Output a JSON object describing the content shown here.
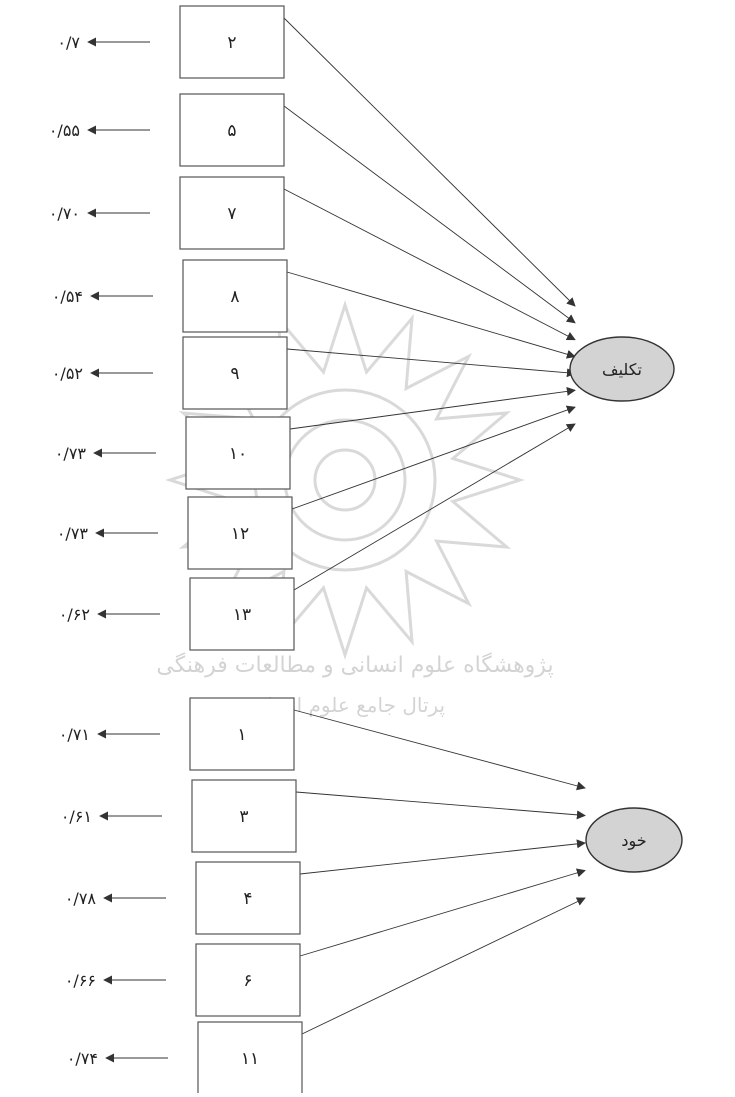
{
  "factors": [
    {
      "id": "taklif",
      "label": "تکلیف"
    },
    {
      "id": "khod",
      "label": "خود"
    }
  ],
  "indicators": [
    {
      "item": "۲",
      "error": "۰/۷",
      "factor": "taklif"
    },
    {
      "item": "۵",
      "error": "۰/۵۵",
      "factor": "taklif"
    },
    {
      "item": "۷",
      "error": "۰/۷۰",
      "factor": "taklif"
    },
    {
      "item": "۸",
      "error": "۰/۵۴",
      "factor": "taklif"
    },
    {
      "item": "۹",
      "error": "۰/۵۲",
      "factor": "taklif"
    },
    {
      "item": "۱۰",
      "error": "۰/۷۳",
      "factor": "taklif"
    },
    {
      "item": "۱۲",
      "error": "۰/۷۳",
      "factor": "taklif"
    },
    {
      "item": "۱۳",
      "error": "۰/۶۲",
      "factor": "taklif"
    },
    {
      "item": "۱",
      "error": "۰/۷۱",
      "factor": "khod"
    },
    {
      "item": "۳",
      "error": "۰/۶۱",
      "factor": "khod"
    },
    {
      "item": "۴",
      "error": "۰/۷۸",
      "factor": "khod"
    },
    {
      "item": "۶",
      "error": "۰/۶۶",
      "factor": "khod"
    },
    {
      "item": "۱۱",
      "error": "۰/۷۴",
      "factor": "khod"
    }
  ],
  "watermark": {
    "line1": "پژوهشگاه علوم انسانی و مطالعات فرهنگی",
    "line2": "پرتال جامع علوم انسانی"
  },
  "colors": {
    "latent_fill": "#d3d3d3",
    "line": "#333333"
  }
}
